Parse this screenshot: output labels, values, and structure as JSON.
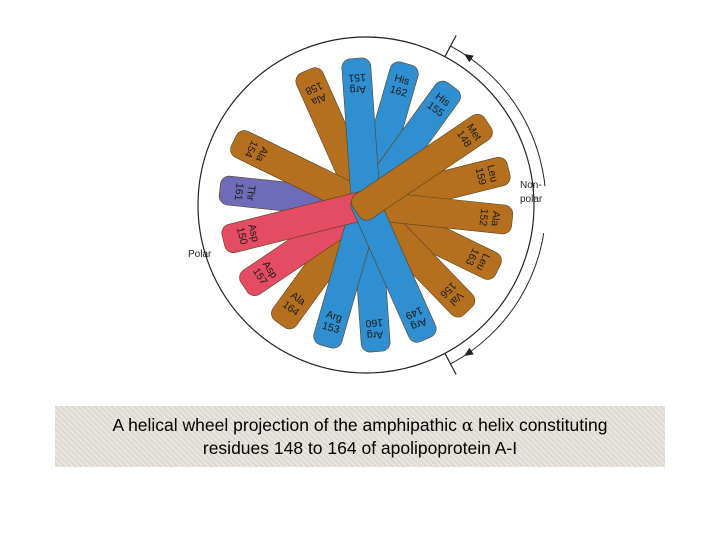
{
  "diagram": {
    "colors": {
      "hydrophobic": "#b5701f",
      "basic": "#2f8fd0",
      "acidic": "#e34c62",
      "polar_uncharged": "#6e6cb8",
      "outline": "#222222"
    },
    "residues": [
      {
        "name": "Met",
        "number": "148",
        "type": "hydrophobic"
      },
      {
        "name": "Arg",
        "number": "149",
        "type": "basic"
      },
      {
        "name": "Asp",
        "number": "150",
        "type": "acidic"
      },
      {
        "name": "Arg",
        "number": "151",
        "type": "basic"
      },
      {
        "name": "Ala",
        "number": "152",
        "type": "hydrophobic"
      },
      {
        "name": "Arg",
        "number": "153",
        "type": "basic"
      },
      {
        "name": "Ala",
        "number": "154",
        "type": "hydrophobic"
      },
      {
        "name": "His",
        "number": "155",
        "type": "basic"
      },
      {
        "name": "Val",
        "number": "156",
        "type": "hydrophobic"
      },
      {
        "name": "Asp",
        "number": "157",
        "type": "acidic"
      },
      {
        "name": "Ala",
        "number": "158",
        "type": "hydrophobic"
      },
      {
        "name": "Leu",
        "number": "159",
        "type": "hydrophobic"
      },
      {
        "name": "Arg",
        "number": "160",
        "type": "basic"
      },
      {
        "name": "Thr",
        "number": "161",
        "type": "polar_uncharged"
      },
      {
        "name": "His",
        "number": "162",
        "type": "basic"
      },
      {
        "name": "Leu",
        "number": "163",
        "type": "hydrophobic"
      },
      {
        "name": "Ala",
        "number": "164",
        "type": "hydrophobic"
      }
    ],
    "labels": {
      "nonpolar_line1": "Non-",
      "nonpolar_line2": "polar",
      "polar": "Polar"
    }
  },
  "caption": {
    "line1_before": "A helical wheel projection of the amphipathic ",
    "alpha_symbol": "α",
    "line1_after": " helix constituting",
    "line2": "residues 148 to 164 of apolipoprotein A-I"
  }
}
